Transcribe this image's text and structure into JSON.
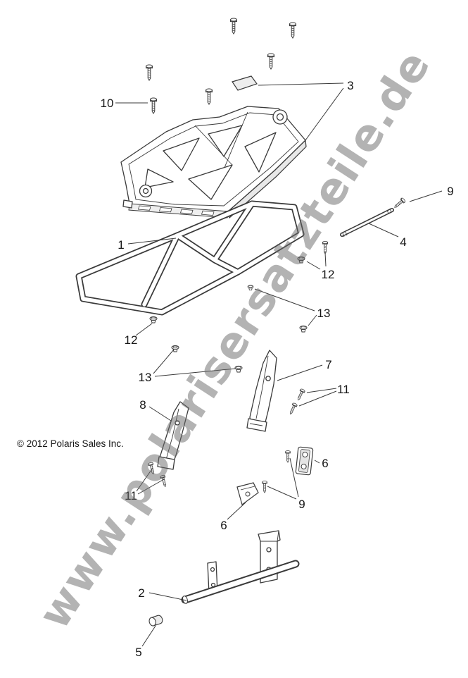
{
  "page": {
    "watermark": "www.polarisersatzteile.de",
    "copyright": "© 2012 Polaris Sales Inc.",
    "colors": {
      "background": "#ffffff",
      "line": "#3a3a3a",
      "text": "#161616",
      "watermark": "#686868"
    }
  },
  "callouts": [
    {
      "label": "3"
    },
    {
      "label": "10"
    },
    {
      "label": "9"
    },
    {
      "label": "4"
    },
    {
      "label": "1"
    },
    {
      "label": "12"
    },
    {
      "label": "13"
    },
    {
      "label": "12"
    },
    {
      "label": "13"
    },
    {
      "label": "7"
    },
    {
      "label": "11"
    },
    {
      "label": "8"
    },
    {
      "label": "6"
    },
    {
      "label": "11"
    },
    {
      "label": "9"
    },
    {
      "label": "6"
    },
    {
      "label": "2"
    },
    {
      "label": "5"
    }
  ]
}
